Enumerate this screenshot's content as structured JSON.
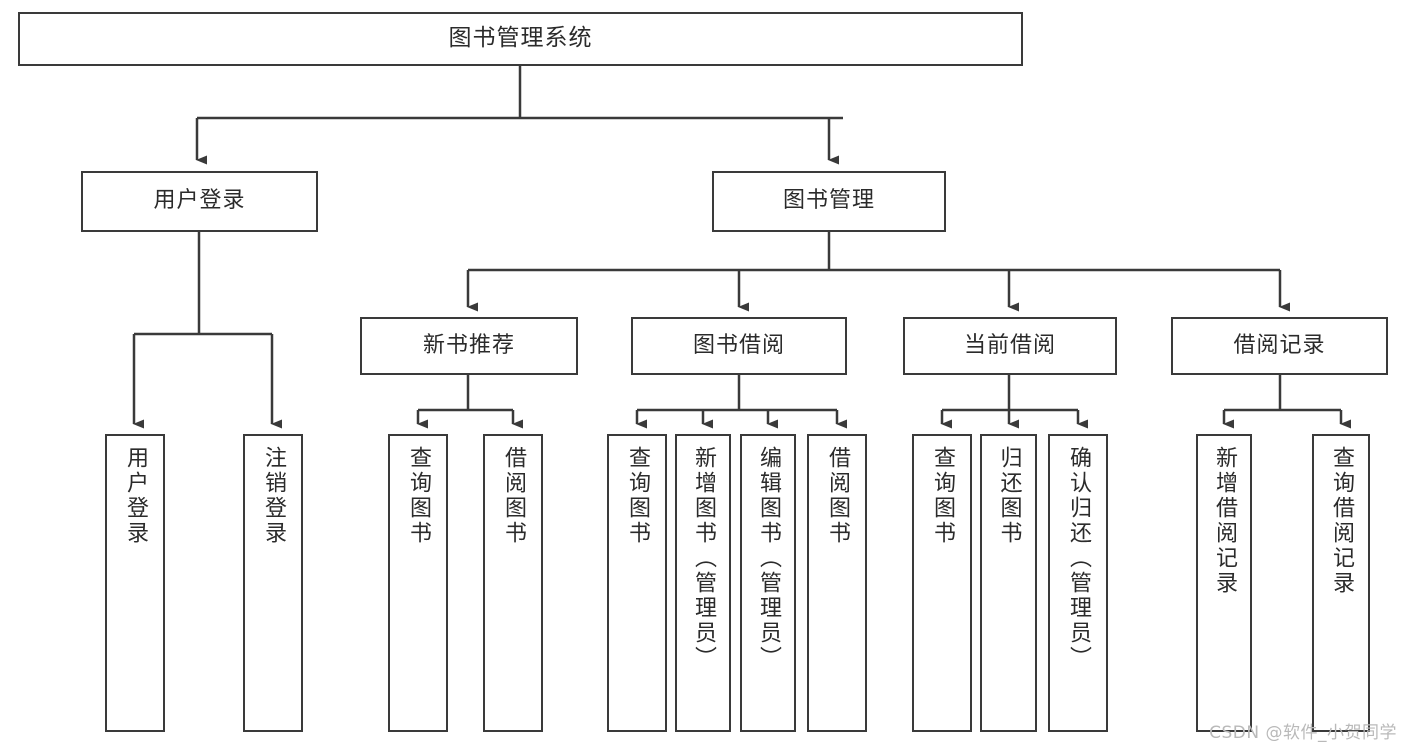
{
  "diagram": {
    "title": "图书管理系统",
    "type": "tree-hierarchy",
    "stroke_color": "#3a3a3a",
    "fill_color": "#ffffff",
    "text_color": "#2b2b2b"
  },
  "nodes": {
    "root": {
      "label": "图书管理系统"
    },
    "level2": [
      {
        "label": "用户登录"
      },
      {
        "label": "图书管理"
      }
    ],
    "level3": [
      {
        "label": "新书推荐"
      },
      {
        "label": "图书借阅"
      },
      {
        "label": "当前借阅"
      },
      {
        "label": "借阅记录"
      }
    ],
    "leaves_user_login": [
      {
        "label": "用户登录"
      },
      {
        "label": "注销登录"
      }
    ],
    "leaves_new_books": [
      {
        "label": "查询图书"
      },
      {
        "label": "借阅图书"
      }
    ],
    "leaves_borrow": [
      {
        "label": "查询图书"
      },
      {
        "label": "新增图书（管理员）"
      },
      {
        "label": "编辑图书（管理员）"
      },
      {
        "label": "借阅图书"
      }
    ],
    "leaves_current": [
      {
        "label": "查询图书"
      },
      {
        "label": "归还图书"
      },
      {
        "label": "确认归还（管理员）"
      }
    ],
    "leaves_records": [
      {
        "label": "新增借阅记录"
      },
      {
        "label": "查询借阅记录"
      }
    ]
  },
  "watermark": {
    "text": "CSDN @软件_小贺同学"
  }
}
